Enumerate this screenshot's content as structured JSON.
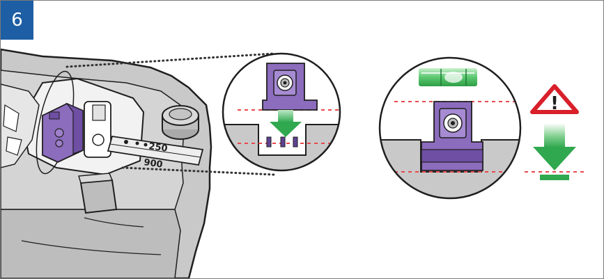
{
  "step": {
    "number": "6"
  },
  "scale_labels": {
    "upper": "250",
    "lower": "900"
  },
  "warning": {
    "symbol": "!"
  },
  "colors": {
    "badge": "#1d5ea4",
    "device_fill": "#c9c9c9",
    "device_dark": "#a9a9a9",
    "outline": "#1e1e1e",
    "purple": "#8c6cbd",
    "purple_dark": "#5f4392",
    "guide_line": "#e8484c",
    "arrow_green": "#2fa84f",
    "warning_red": "#d81f2a"
  },
  "icons": [
    "pointer-arrow-down-icon",
    "bubble-level-icon",
    "warning-triangle-icon",
    "arrow-to-line-icon"
  ]
}
